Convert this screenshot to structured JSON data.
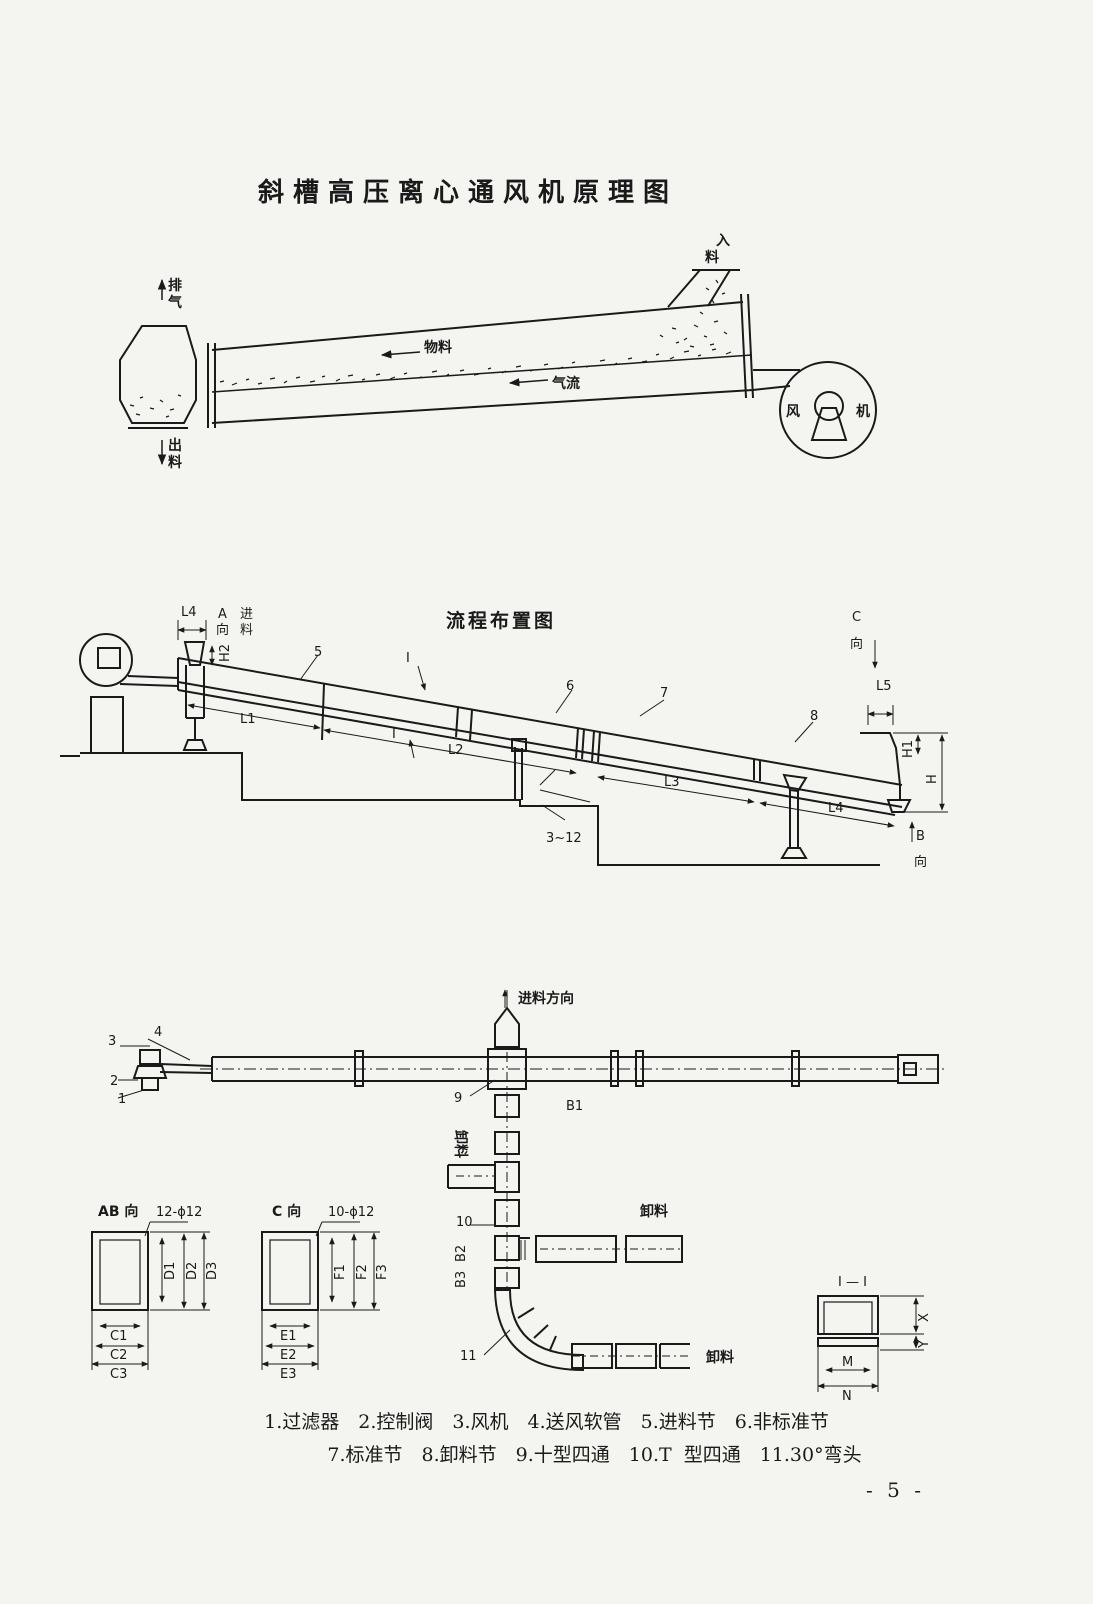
{
  "diagram1": {
    "title": "斜槽高压离心通风机原理图",
    "exhaust": "排气",
    "discharge": "出料",
    "feed": "入料",
    "material": "物料",
    "airflow": "气流",
    "fan_left": "风",
    "fan_right": "机"
  },
  "diagram2": {
    "title": "流程布置图",
    "a_dir_1": "A",
    "a_dir_2": "向",
    "feed_1": "进",
    "feed_2": "料",
    "c_dir_1": "C",
    "c_dir_2": "向",
    "b_dir_1": "B",
    "b_dir_2": "向",
    "label_L4_top": "L4",
    "label_H2": "H2",
    "label_L5": "L5",
    "label_H1": "H1",
    "label_H": "H",
    "label_L1": "L1",
    "label_L2": "L2",
    "label_L3": "L3",
    "label_L4": "L4",
    "label_I_top": "I",
    "label_I_bottom": "I",
    "angle_range": "3~12",
    "item5": "5",
    "item6": "6",
    "item7": "7",
    "item8": "8"
  },
  "diagram3": {
    "feed_direction": "进料方向",
    "discharge_vertical": "卸料",
    "discharge_mid": "卸料",
    "discharge_bottom": "卸料",
    "label_B1": "B1",
    "label_B2": "B2",
    "label_B3": "B3",
    "item1": "1",
    "item2": "2",
    "item3": "3",
    "item4": "4",
    "item9": "9",
    "item10": "10",
    "item11": "11",
    "ab_title": "AB 向",
    "ab_holes": "12-ϕ12",
    "c_title": "C 向",
    "c_holes": "10-ϕ12",
    "section_title": "I — I",
    "labels": {
      "C1": "C1",
      "C2": "C2",
      "C3": "C3",
      "D1": "D1",
      "D2": "D2",
      "D3": "D3",
      "E1": "E1",
      "E2": "E2",
      "E3": "E3",
      "F1": "F1",
      "F2": "F2",
      "F3": "F3",
      "M": "M",
      "N": "N",
      "X": "X",
      "Y": "Y"
    }
  },
  "legend": {
    "line1": "1.过滤器　2.控制阀　3.风机　4.送风软管　5.进料节　6.非标准节",
    "line2": "7.标准节　8.卸料节　9.十型四通　10.T 型四通　11.30°弯头"
  },
  "page_number": "- 5 -"
}
